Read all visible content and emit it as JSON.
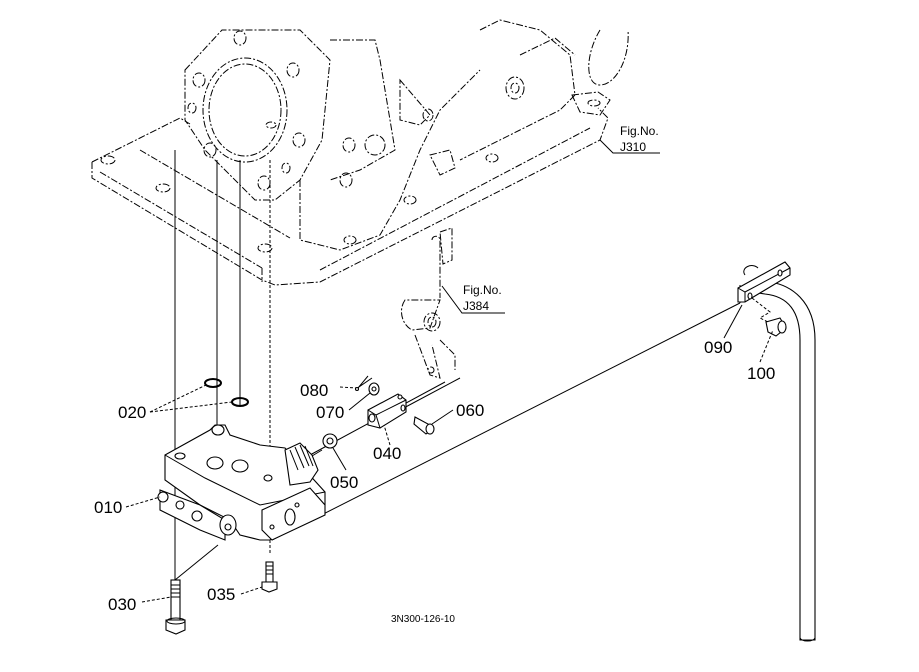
{
  "diagram": {
    "title_code": "3N300-126-10",
    "line_color": "#000000",
    "background_color": "#ffffff",
    "figure_refs": [
      {
        "id": "j310",
        "label_top": "Fig.No.",
        "label_bottom": "J310"
      },
      {
        "id": "j384",
        "label_top": "Fig.No.",
        "label_bottom": "J384"
      }
    ],
    "parts": [
      {
        "id": "p010",
        "number": "010"
      },
      {
        "id": "p020",
        "number": "020"
      },
      {
        "id": "p030",
        "number": "030"
      },
      {
        "id": "p035",
        "number": "035"
      },
      {
        "id": "p040",
        "number": "040"
      },
      {
        "id": "p050",
        "number": "050"
      },
      {
        "id": "p060",
        "number": "060"
      },
      {
        "id": "p070",
        "number": "070"
      },
      {
        "id": "p080",
        "number": "080"
      },
      {
        "id": "p090",
        "number": "090"
      },
      {
        "id": "p100",
        "number": "100"
      }
    ]
  }
}
